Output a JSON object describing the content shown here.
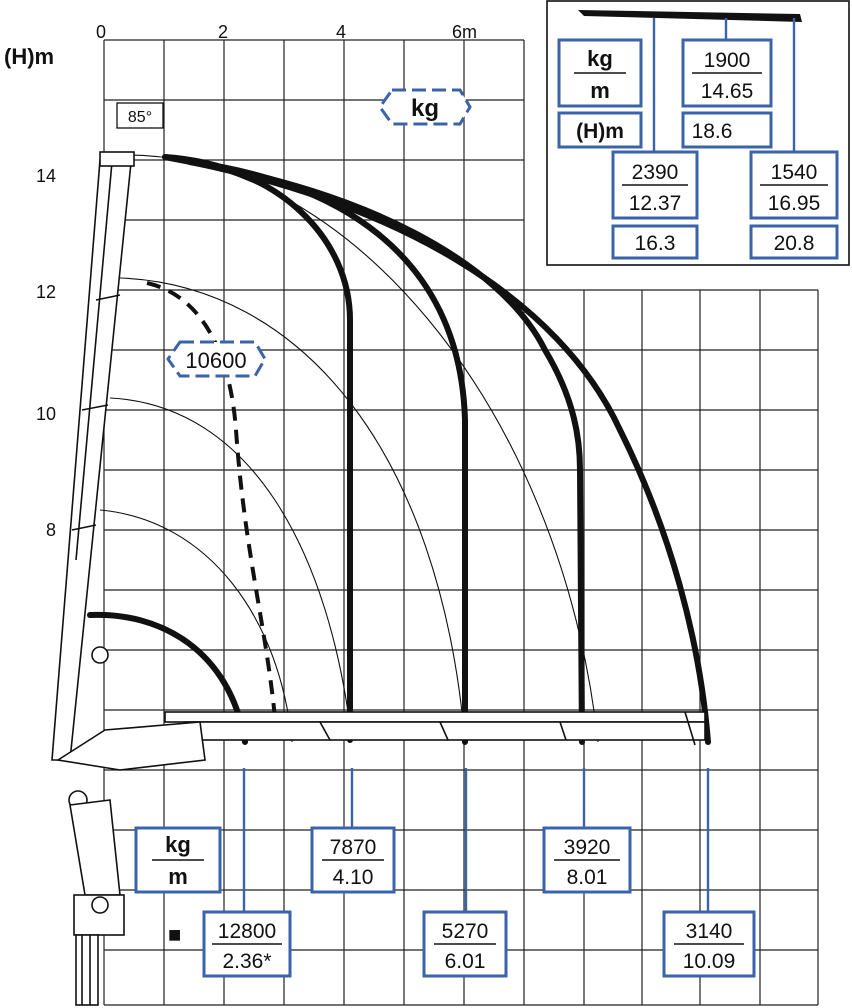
{
  "axis": {
    "y_title": "(H)m",
    "x_labels": [
      "0",
      "2",
      "4",
      "6m"
    ],
    "y_labels": [
      "14",
      "12",
      "10",
      "8"
    ]
  },
  "angle_badge": "85°",
  "main_kg_tag": "kg",
  "dashed_tag": "10600",
  "legend_bottom": {
    "num": "kg",
    "den": "m"
  },
  "mark_symbol": "■",
  "inset": {
    "legend_num": "kg",
    "legend_den": "m",
    "h_label": "(H)m",
    "boxes": [
      {
        "num": "1900",
        "den": "14.65",
        "height": "18.6"
      },
      {
        "num": "2390",
        "den": "12.37",
        "height": "16.3"
      },
      {
        "num": "1540",
        "den": "16.95",
        "height": "20.8"
      }
    ]
  },
  "capacity_boxes": [
    {
      "num": "12800",
      "den": "2.36*"
    },
    {
      "num": "7870",
      "den": "4.10"
    },
    {
      "num": "5270",
      "den": "6.01"
    },
    {
      "num": "3920",
      "den": "8.01"
    },
    {
      "num": "3140",
      "den": "10.09"
    }
  ],
  "colors": {
    "accent": "#3a63a8",
    "ink": "#111111",
    "grid": "#222222"
  }
}
